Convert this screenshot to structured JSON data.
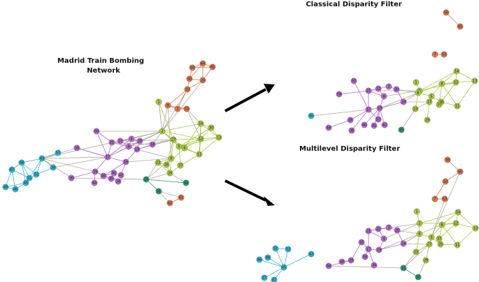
{
  "titles": {
    "left_line1": "Madrid Train Bombing",
    "left_line2": "Network",
    "classical": "Classical Disparity Filter",
    "multilevel": "Multilevel Disparity Filter"
  },
  "colors": {
    "purple": "#b566cf",
    "green": "#a8c93a",
    "blue": "#2eb8d8",
    "orange": "#e0744a",
    "teal": "#2a9a7a",
    "grey": "#b0a99a",
    "arrow": "#000000"
  },
  "networks": {
    "full": {
      "nodes": [
        {
          "label": "59",
          "group": "orange"
        },
        {
          "label": "64",
          "group": "orange"
        },
        {
          "label": "65",
          "group": "orange"
        },
        {
          "label": "50",
          "group": "orange"
        },
        {
          "label": "24",
          "group": "orange"
        },
        {
          "label": "10",
          "group": "orange"
        },
        {
          "label": "9",
          "group": "orange"
        },
        {
          "label": "7",
          "group": "orange"
        },
        {
          "label": "53",
          "group": "orange"
        },
        {
          "label": "61",
          "group": "orange"
        },
        {
          "label": "62",
          "group": "orange"
        },
        {
          "label": "1",
          "group": "green"
        },
        {
          "label": "2",
          "group": "green"
        },
        {
          "label": "14",
          "group": "green"
        },
        {
          "label": "30",
          "group": "green"
        },
        {
          "label": "13",
          "group": "green"
        },
        {
          "label": "12",
          "group": "green"
        },
        {
          "label": "27",
          "group": "green"
        },
        {
          "label": "6",
          "group": "green"
        },
        {
          "label": "5",
          "group": "green"
        },
        {
          "label": "11",
          "group": "green"
        },
        {
          "label": "8",
          "group": "green"
        },
        {
          "label": "26",
          "group": "green"
        },
        {
          "label": "37",
          "group": "green"
        },
        {
          "label": "23",
          "group": "green"
        },
        {
          "label": "29",
          "group": "green"
        },
        {
          "label": "3",
          "group": "purple"
        },
        {
          "label": "22",
          "group": "purple"
        },
        {
          "label": "20",
          "group": "purple"
        },
        {
          "label": "21",
          "group": "purple"
        },
        {
          "label": "4",
          "group": "purple"
        },
        {
          "label": "19",
          "group": "purple"
        },
        {
          "label": "17",
          "group": "purple"
        },
        {
          "label": "16",
          "group": "purple"
        },
        {
          "label": "42",
          "group": "purple"
        },
        {
          "label": "18",
          "group": "purple"
        },
        {
          "label": "55",
          "group": "purple"
        },
        {
          "label": "58",
          "group": "purple"
        },
        {
          "label": "39",
          "group": "purple"
        },
        {
          "label": "36",
          "group": "purple"
        },
        {
          "label": "35",
          "group": "purple"
        },
        {
          "label": "44",
          "group": "purple"
        },
        {
          "label": "40",
          "group": "purple"
        },
        {
          "label": "41",
          "group": "purple"
        },
        {
          "label": "34",
          "group": "purple"
        },
        {
          "label": "48",
          "group": "blue"
        },
        {
          "label": "47",
          "group": "blue"
        },
        {
          "label": "51",
          "group": "blue"
        },
        {
          "label": "45",
          "group": "blue"
        },
        {
          "label": "49",
          "group": "blue"
        },
        {
          "label": "52",
          "group": "blue"
        },
        {
          "label": "46",
          "group": "blue"
        },
        {
          "label": "43",
          "group": "blue"
        },
        {
          "label": "57",
          "group": "blue"
        },
        {
          "label": "38",
          "group": "blue"
        },
        {
          "label": "15",
          "group": "teal"
        },
        {
          "label": "31",
          "group": "teal"
        },
        {
          "label": "33",
          "group": "teal"
        }
      ]
    },
    "classical": {
      "nodes": [
        {
          "label": "50",
          "group": "orange"
        },
        {
          "label": "65",
          "group": "orange"
        },
        {
          "label": "7",
          "group": "orange"
        },
        {
          "label": "53",
          "group": "orange"
        },
        {
          "label": "1",
          "group": "green"
        },
        {
          "label": "2",
          "group": "green"
        },
        {
          "label": "14",
          "group": "green"
        },
        {
          "label": "13",
          "group": "green"
        },
        {
          "label": "12",
          "group": "green"
        },
        {
          "label": "6",
          "group": "green"
        },
        {
          "label": "8",
          "group": "green"
        },
        {
          "label": "5",
          "group": "green"
        },
        {
          "label": "27",
          "group": "green"
        },
        {
          "label": "26",
          "group": "green"
        },
        {
          "label": "23",
          "group": "green"
        },
        {
          "label": "11",
          "group": "green"
        },
        {
          "label": "29",
          "group": "green"
        },
        {
          "label": "37",
          "group": "green"
        },
        {
          "label": "59",
          "group": "purple"
        },
        {
          "label": "21",
          "group": "purple"
        },
        {
          "label": "22",
          "group": "purple"
        },
        {
          "label": "3",
          "group": "purple"
        },
        {
          "label": "20",
          "group": "purple"
        },
        {
          "label": "4",
          "group": "purple"
        },
        {
          "label": "17",
          "group": "purple"
        },
        {
          "label": "19",
          "group": "purple"
        },
        {
          "label": "24",
          "group": "purple"
        },
        {
          "label": "55",
          "group": "purple"
        },
        {
          "label": "53",
          "group": "purple"
        },
        {
          "label": "39",
          "group": "purple"
        },
        {
          "label": "44",
          "group": "purple"
        },
        {
          "label": "36",
          "group": "purple"
        },
        {
          "label": "40",
          "group": "purple"
        },
        {
          "label": "41",
          "group": "purple"
        },
        {
          "label": "42",
          "group": "purple"
        },
        {
          "label": "45",
          "group": "blue"
        },
        {
          "label": "15",
          "group": "teal"
        }
      ]
    },
    "multilevel": {
      "nodes": [
        {
          "label": "56",
          "group": "orange"
        },
        {
          "label": "65",
          "group": "orange"
        },
        {
          "label": "10",
          "group": "orange"
        },
        {
          "label": "7",
          "group": "orange"
        },
        {
          "label": "53",
          "group": "orange"
        },
        {
          "label": "1",
          "group": "green"
        },
        {
          "label": "2",
          "group": "green"
        },
        {
          "label": "14",
          "group": "green"
        },
        {
          "label": "13",
          "group": "green"
        },
        {
          "label": "12",
          "group": "green"
        },
        {
          "label": "6",
          "group": "green"
        },
        {
          "label": "8",
          "group": "green"
        },
        {
          "label": "5",
          "group": "green"
        },
        {
          "label": "27",
          "group": "green"
        },
        {
          "label": "25",
          "group": "green"
        },
        {
          "label": "23",
          "group": "green"
        },
        {
          "label": "11",
          "group": "green"
        },
        {
          "label": "29",
          "group": "green"
        },
        {
          "label": "37",
          "group": "green"
        },
        {
          "label": "21",
          "group": "purple"
        },
        {
          "label": "22",
          "group": "purple"
        },
        {
          "label": "3",
          "group": "purple"
        },
        {
          "label": "20",
          "group": "purple"
        },
        {
          "label": "4",
          "group": "purple"
        },
        {
          "label": "17",
          "group": "purple"
        },
        {
          "label": "19",
          "group": "purple"
        },
        {
          "label": "24",
          "group": "purple"
        },
        {
          "label": "16",
          "group": "purple"
        },
        {
          "label": "39",
          "group": "purple"
        },
        {
          "label": "44",
          "group": "purple"
        },
        {
          "label": "40",
          "group": "purple"
        },
        {
          "label": "34",
          "group": "purple"
        },
        {
          "label": "58",
          "group": "purple"
        },
        {
          "label": "51",
          "group": "blue"
        },
        {
          "label": "52",
          "group": "blue"
        },
        {
          "label": "48",
          "group": "blue"
        },
        {
          "label": "46",
          "group": "blue"
        },
        {
          "label": "45",
          "group": "blue"
        },
        {
          "label": "43",
          "group": "blue"
        },
        {
          "label": "57",
          "group": "blue"
        },
        {
          "label": "47",
          "group": "blue"
        },
        {
          "label": "15",
          "group": "teal"
        },
        {
          "label": "31",
          "group": "teal"
        }
      ]
    }
  }
}
